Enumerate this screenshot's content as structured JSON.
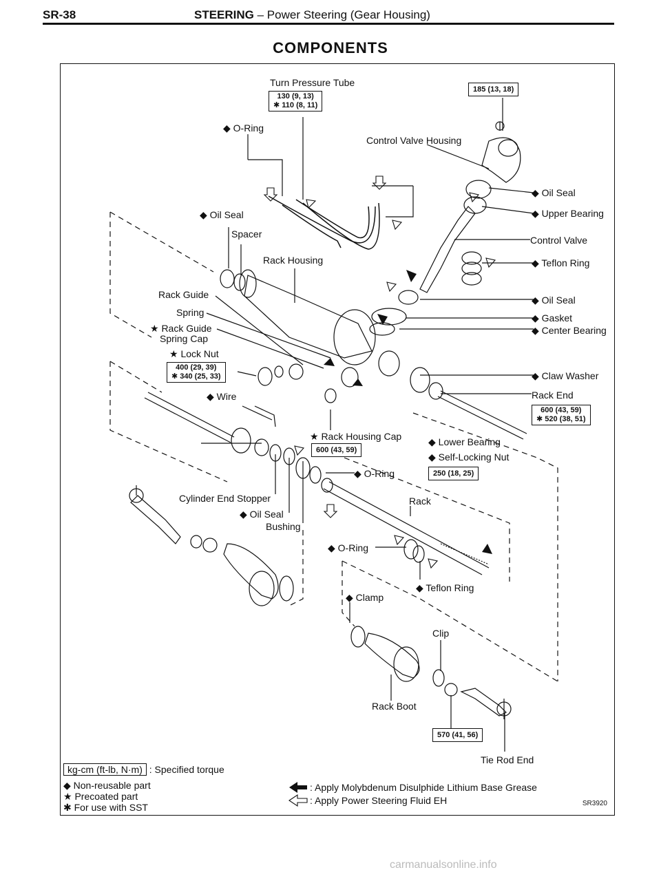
{
  "header": {
    "page_number": "SR-38",
    "title_bold": "STEERING",
    "title_rest": " – Power Steering (Gear Housing)"
  },
  "section_title": "COMPONENTS",
  "labels": {
    "turn_pressure_tube": "Turn Pressure Tube",
    "o_ring_top": "◆ O-Ring",
    "control_valve_housing": "Control Valve Housing",
    "oil_seal_upper": "◆ Oil Seal",
    "upper_bearing": "◆ Upper Bearing",
    "oil_seal_left": "◆ Oil Seal",
    "spacer": "Spacer",
    "control_valve": "Control Valve",
    "rack_housing": "Rack Housing",
    "teflon_ring_top": "◆ Teflon Ring",
    "rack_guide": "Rack Guide",
    "oil_seal_mid": "◆ Oil Seal",
    "spring": "Spring",
    "gasket": "◆ Gasket",
    "rack_guide_spring_cap_1": "★ Rack Guide",
    "rack_guide_spring_cap_2": "Spring Cap",
    "center_bearing": "◆ Center Bearing",
    "lock_nut": "★ Lock Nut",
    "claw_washer": "◆ Claw Washer",
    "wire": "◆ Wire",
    "rack_end": "Rack End",
    "rack_housing_cap": "★ Rack Housing Cap",
    "lower_bearing": "◆ Lower Bearing",
    "self_locking_nut": "◆ Self-Locking Nut",
    "o_ring_mid": "◆ O-Ring",
    "cylinder_end_stopper": "Cylinder End Stopper",
    "rack": "Rack",
    "oil_seal_low": "◆ Oil Seal",
    "bushing": "Bushing",
    "o_ring_low": "◆ O-Ring",
    "teflon_ring_low": "◆ Teflon Ring",
    "clamp": "◆ Clamp",
    "clip": "Clip",
    "rack_boot": "Rack Boot",
    "tie_rod_end": "Tie Rod End"
  },
  "torques": {
    "turn_pressure_tube": [
      "130 (9, 13)",
      "✱ 110 (8, 11)"
    ],
    "control_valve_housing": [
      "185 (13, 18)"
    ],
    "lock_nut": [
      "400 (29, 39)",
      "✱ 340 (25, 33)"
    ],
    "rack_end": [
      "600 (43, 59)",
      "✱ 520 (38, 51)"
    ],
    "rack_housing_cap": [
      "600 (43, 59)"
    ],
    "self_locking_nut": [
      "250 (18, 25)"
    ],
    "tie_rod_end": [
      "570 (41, 56)"
    ]
  },
  "legend": {
    "unit_box": "kg-cm (ft-lb, N·m)",
    "unit_desc": ": Specified torque",
    "non_reusable": "◆ Non-reusable part",
    "precoated": "★ Precoated part",
    "sst": "✱ For use with SST",
    "molybdenum": ": Apply Molybdenum Disulphide Lithium Base Grease",
    "fluid": ": Apply Power Steering Fluid EH"
  },
  "figure_ref": "SR3920",
  "watermark": "carmanualsonline.info"
}
